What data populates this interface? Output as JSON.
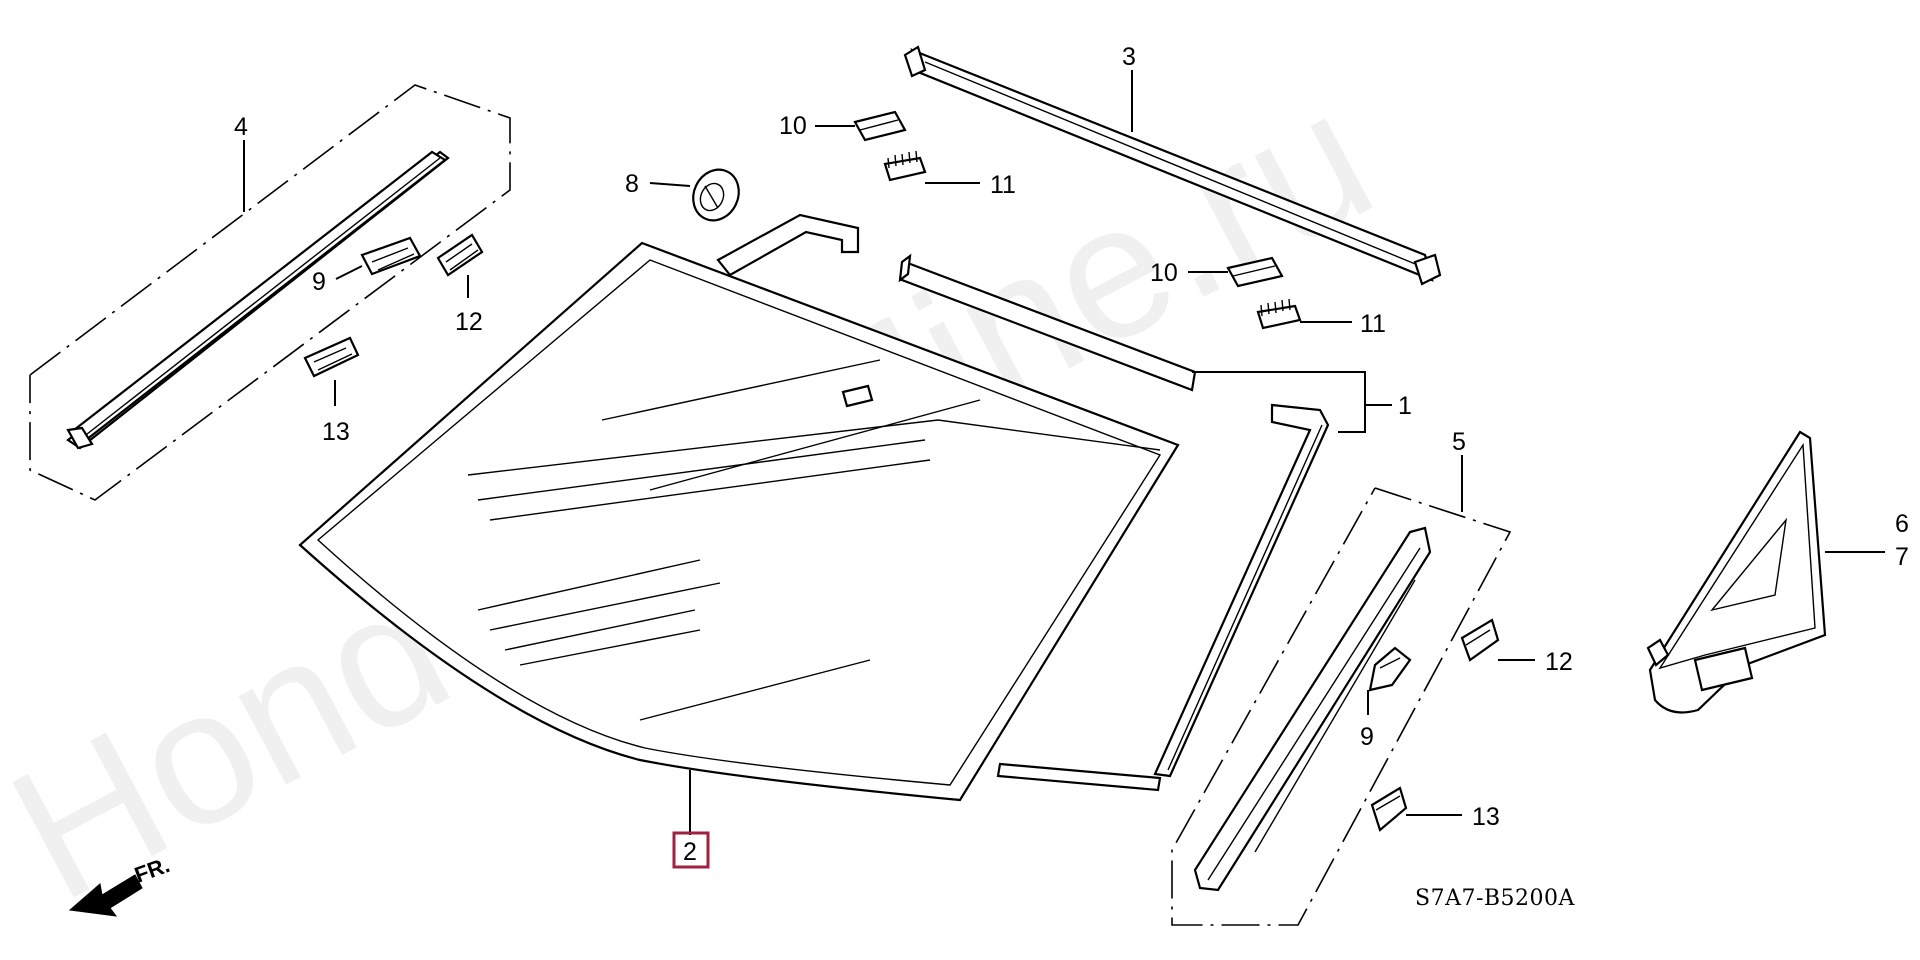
{
  "watermark": "HondaCarMine.ru",
  "diagram_code": "S7A7-B5200A",
  "front_label": "FR.",
  "callouts": {
    "c1": "1",
    "c2": "2",
    "c3": "3",
    "c4": "4",
    "c5": "5",
    "c6": "6",
    "c7": "7",
    "c8": "8",
    "c9a": "9",
    "c9b": "9",
    "c10a": "10",
    "c10b": "10",
    "c11a": "11",
    "c11b": "11",
    "c12a": "12",
    "c12b": "12",
    "c13a": "13",
    "c13b": "13"
  },
  "highlight_part": "2",
  "highlight_color": "#a0203f"
}
